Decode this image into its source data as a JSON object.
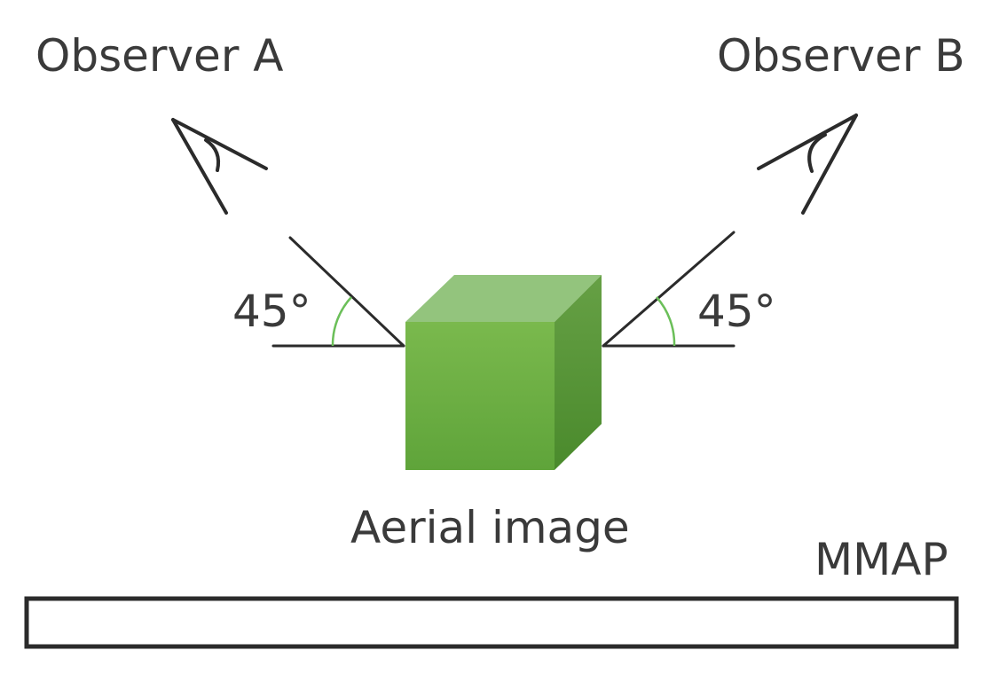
{
  "labels": {
    "observer_a": "Observer A",
    "observer_b": "Observer B",
    "angle_left": "45°",
    "angle_right": "45°",
    "object": "Aerial image",
    "plate": "MMAP"
  },
  "colors": {
    "cube_top": "#93c47d",
    "cube_front_top": "#74b545",
    "cube_front_bottom": "#5ea33a",
    "cube_side": "#4f8f2f",
    "angle_arc": "#6bbf59",
    "line": "#2b2b2b",
    "text": "#3a3a3a"
  },
  "icons": {
    "observer_a": "eye-icon",
    "observer_b": "eye-icon"
  }
}
